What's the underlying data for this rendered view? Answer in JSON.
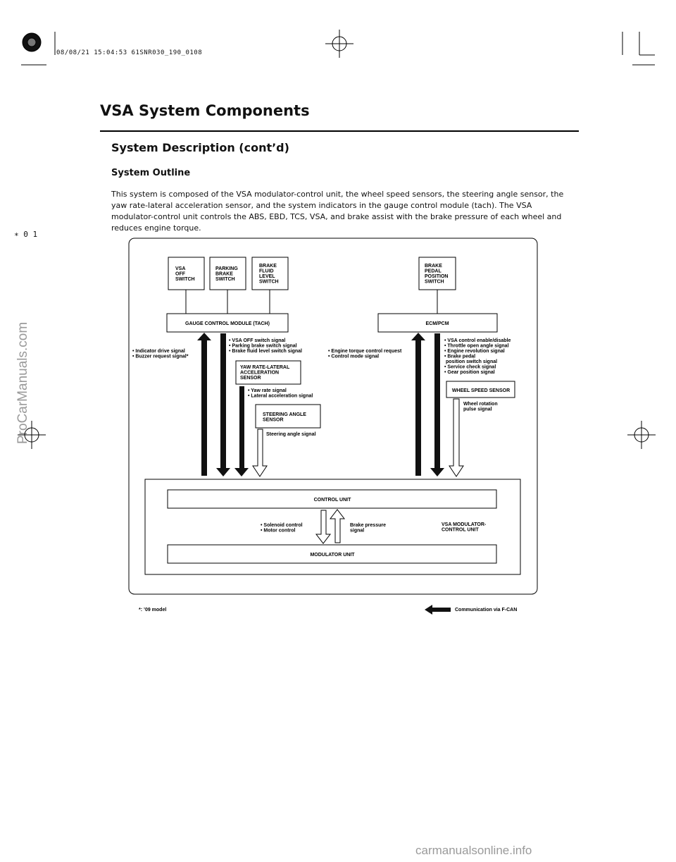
{
  "header": {
    "title": "VSA System Components",
    "subtitle": "System Description (cont’d)",
    "section": "System Outline",
    "stamp": "08/08/21 15:04:53 61SNR030_190_0108",
    "side_mark": "∗ 0 1"
  },
  "body": {
    "paragraph": "This system is composed of the VSA modulator-control unit, the wheel speed sensors, the steering angle sensor, the yaw rate-lateral acceleration sensor, and the system indicators in the gauge control module (tach). The VSA modulator-control unit controls the ABS, EBD, TCS, VSA, and brake assist with the brake pressure of each wheel and reduces engine torque."
  },
  "diagram": {
    "boxes": {
      "vsa_off": [
        "VSA",
        "OFF",
        "SWITCH"
      ],
      "parking": [
        "PARKING",
        "BRAKE",
        "SWITCH"
      ],
      "brake_fluid": [
        "BRAKE",
        "FLUID",
        "LEVEL",
        "SWITCH"
      ],
      "brake_pedal": [
        "BRAKE",
        "PEDAL",
        "POSITION",
        "SWITCH"
      ],
      "gauge": "GAUGE CONTROL MODULE (TACH)",
      "ecm": "ECM/PCM",
      "yaw": [
        "YAW RATE-LATERAL",
        "ACCELERATION",
        "SENSOR"
      ],
      "steering": [
        "STEERING ANGLE",
        "SENSOR"
      ],
      "wheel": "WHEEL SPEED SENSOR",
      "control": "CONTROL UNIT",
      "modulator": "MODULATOR UNIT",
      "vsa_mod": [
        "VSA MODULATOR-",
        "CONTROL UNIT"
      ]
    },
    "signals": {
      "indicator": [
        "• Indicator drive signal",
        "• Buzzer request signal*"
      ],
      "vsa_off": [
        "• VSA OFF switch signal",
        "• Parking brake switch signal",
        "• Brake fluid level switch signal"
      ],
      "yaw": [
        "• Yaw rate signal",
        "• Lateral acceleration signal"
      ],
      "steering": "Steering angle signal",
      "engine": [
        "• Engine torque control request",
        "• Control mode signal"
      ],
      "ecm": [
        "• VSA control enable/disable",
        "• Throttle open angle signal",
        "• Engine revolution signal",
        "• Brake pedal",
        "   position switch signal",
        "• Service check signal",
        "• Gear position signal"
      ],
      "wheel": [
        "Wheel rotation",
        "pulse signal"
      ],
      "solenoid": [
        "• Solenoid control",
        "• Motor control"
      ],
      "brake_pressure": [
        "Brake pressure",
        "signal"
      ]
    },
    "footnote": "*: ’09 model",
    "legend": "Communication via F-CAN"
  },
  "watermarks": {
    "left": "ProCarManuals.com",
    "bottom": "carmanualsonline.info"
  }
}
